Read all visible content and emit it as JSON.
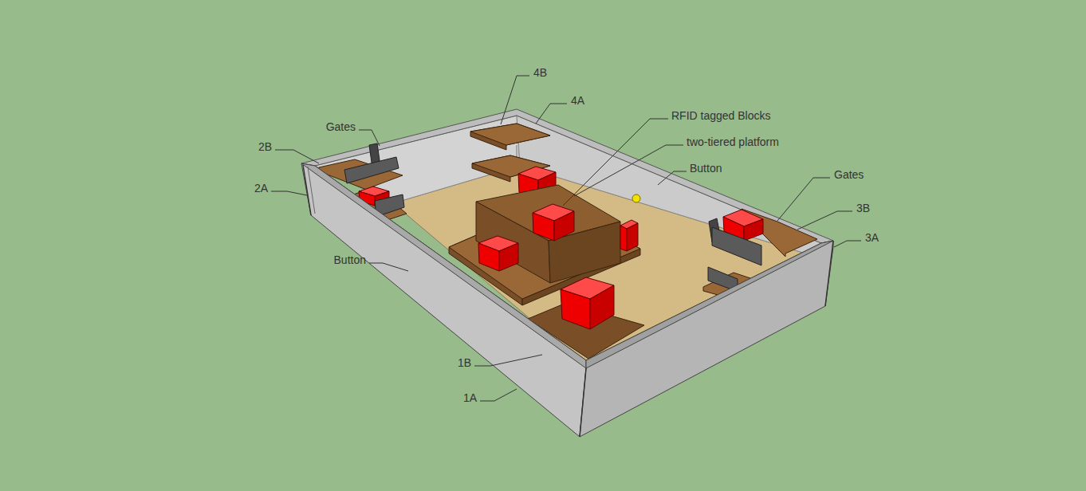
{
  "diagram": {
    "labels": [
      "4B",
      "4A",
      "RFID tagged Blocks",
      "two-tiered platform",
      "Button",
      "Gates",
      "2B",
      "2A",
      "Gates",
      "3B",
      "3A",
      "Button",
      "1B",
      "1A"
    ]
  }
}
